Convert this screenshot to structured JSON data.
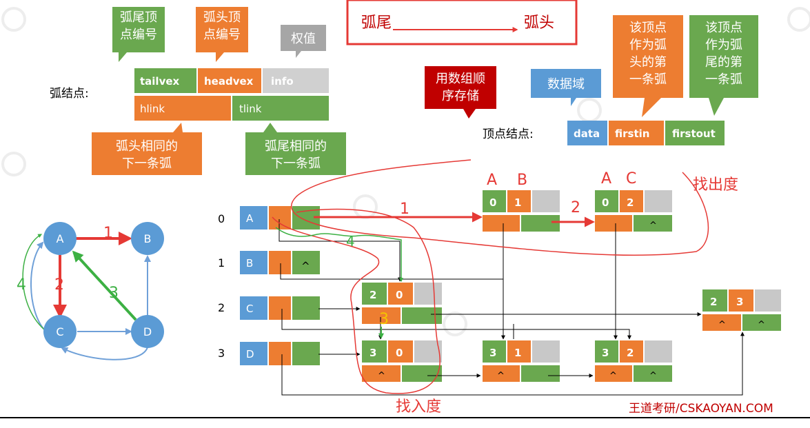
{
  "colors": {
    "green": "#6aa84f",
    "orange": "#ed7d31",
    "grey": "#c8c8c8",
    "blue": "#5b9bd5",
    "dark_red": "#c00000",
    "red": "#e53935",
    "arrow_green": "#3cb043",
    "node_blue": "#5b9bd5",
    "edge_blue": "#6fa0d8"
  },
  "callouts": {
    "tail_vertex_no": [
      "弧尾顶",
      "点编号"
    ],
    "head_vertex_no": [
      "弧头顶",
      "点编号"
    ],
    "weight": "权值",
    "same_head_next": [
      "弧头相同的",
      "下一条弧"
    ],
    "same_tail_next": [
      "弧尾相同的",
      "下一条弧"
    ],
    "seq_storage": [
      "用数组顺",
      "序存储"
    ],
    "data_field": "数据域",
    "first_in": [
      "该顶点",
      "作为弧",
      "头的第",
      "一条弧"
    ],
    "first_out": [
      "该顶点",
      "作为弧",
      "尾的第",
      "一条弧"
    ]
  },
  "top_box": {
    "tail": "弧尾",
    "head": "弧头"
  },
  "arc_node": {
    "label": "弧结点:",
    "row1": [
      "tailvex",
      "headvex",
      "info"
    ],
    "row2": [
      "hlink",
      "tlink"
    ]
  },
  "vertex_node": {
    "label": "顶点结点:",
    "fields": [
      "data",
      "firstin",
      "firstout"
    ]
  },
  "annotations": {
    "find_out_degree": "找出度",
    "find_in_degree": "找入度",
    "ab_label": [
      "A",
      "B"
    ],
    "ac_label": [
      "A",
      "C"
    ],
    "step1": "1",
    "step2": "2",
    "step3": "3",
    "step4": "4"
  },
  "vertex_array": {
    "indices": [
      "0",
      "1",
      "2",
      "3"
    ],
    "names": [
      "A",
      "B",
      "C",
      "D"
    ],
    "null_symbol": "^"
  },
  "arcs": [
    {
      "tail": "0",
      "head": "1"
    },
    {
      "tail": "0",
      "head": "2"
    },
    {
      "tail": "2",
      "head": "0"
    },
    {
      "tail": "2",
      "head": "3"
    },
    {
      "tail": "3",
      "head": "0"
    },
    {
      "tail": "3",
      "head": "1"
    },
    {
      "tail": "3",
      "head": "2"
    }
  ],
  "graph": {
    "nodes": [
      "A",
      "B",
      "C",
      "D"
    ],
    "edge_labels": [
      "1",
      "2",
      "3",
      "4"
    ]
  },
  "watermark": "王道考研/CSKAOYAN.COM"
}
